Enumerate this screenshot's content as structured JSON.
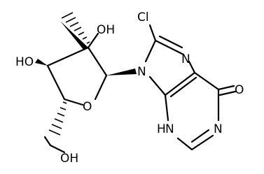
{
  "molecule": {
    "atoms": {
      "cl": "Cl",
      "n7": "N",
      "n9": "N",
      "n1": "N",
      "n3h": "N",
      "h3": "H",
      "o6": "O",
      "o_ring": "O",
      "oh_c2": "OH",
      "ho_c3": "HO",
      "oh_c5": "OH"
    }
  }
}
